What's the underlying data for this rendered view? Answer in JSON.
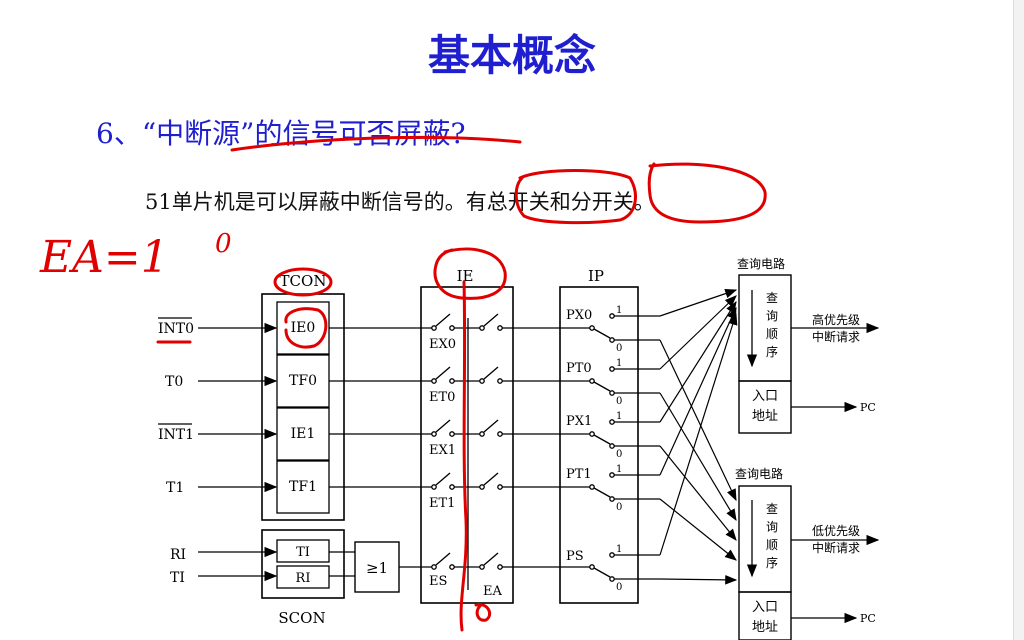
{
  "slide": {
    "title": "基本概念",
    "question": "6、“中断源”的信号可否屏蔽?",
    "description": "51单片机是可以屏蔽中断信号的。有总开关和分开关。"
  },
  "handwriting": {
    "ea_note": "EA=1",
    "zero_note": "0"
  },
  "diagram": {
    "tcon_label": "TCON",
    "scon_label": "SCON",
    "ie_label": "IE",
    "ip_label": "IP",
    "inputs": [
      "INT0",
      "T0",
      "INT1",
      "T1",
      "RI",
      "TI"
    ],
    "tcon_flags": [
      "IE0",
      "TF0",
      "IE1",
      "TF1"
    ],
    "scon_flags": [
      "TI",
      "RI"
    ],
    "or_gate": "≥1",
    "ie_bits": [
      "EX0",
      "ET0",
      "EX1",
      "ET1",
      "ES"
    ],
    "ea_label": "EA",
    "ip_bits": [
      "PX0",
      "PT0",
      "PX1",
      "PT1",
      "PS"
    ],
    "ip_one": "1",
    "ip_zero": "0",
    "query_circuit": "查询电路",
    "query_order": [
      "查",
      "询",
      "顺",
      "序"
    ],
    "entry_address": [
      "入口",
      "地址"
    ],
    "high_priority": [
      "高优先级",
      "中断请求"
    ],
    "low_priority": [
      "低优先级",
      "中断请求"
    ],
    "pc_label": "PC"
  },
  "colors": {
    "title": "#1f1fd0",
    "ink": "#e00000",
    "line": "#000000"
  }
}
